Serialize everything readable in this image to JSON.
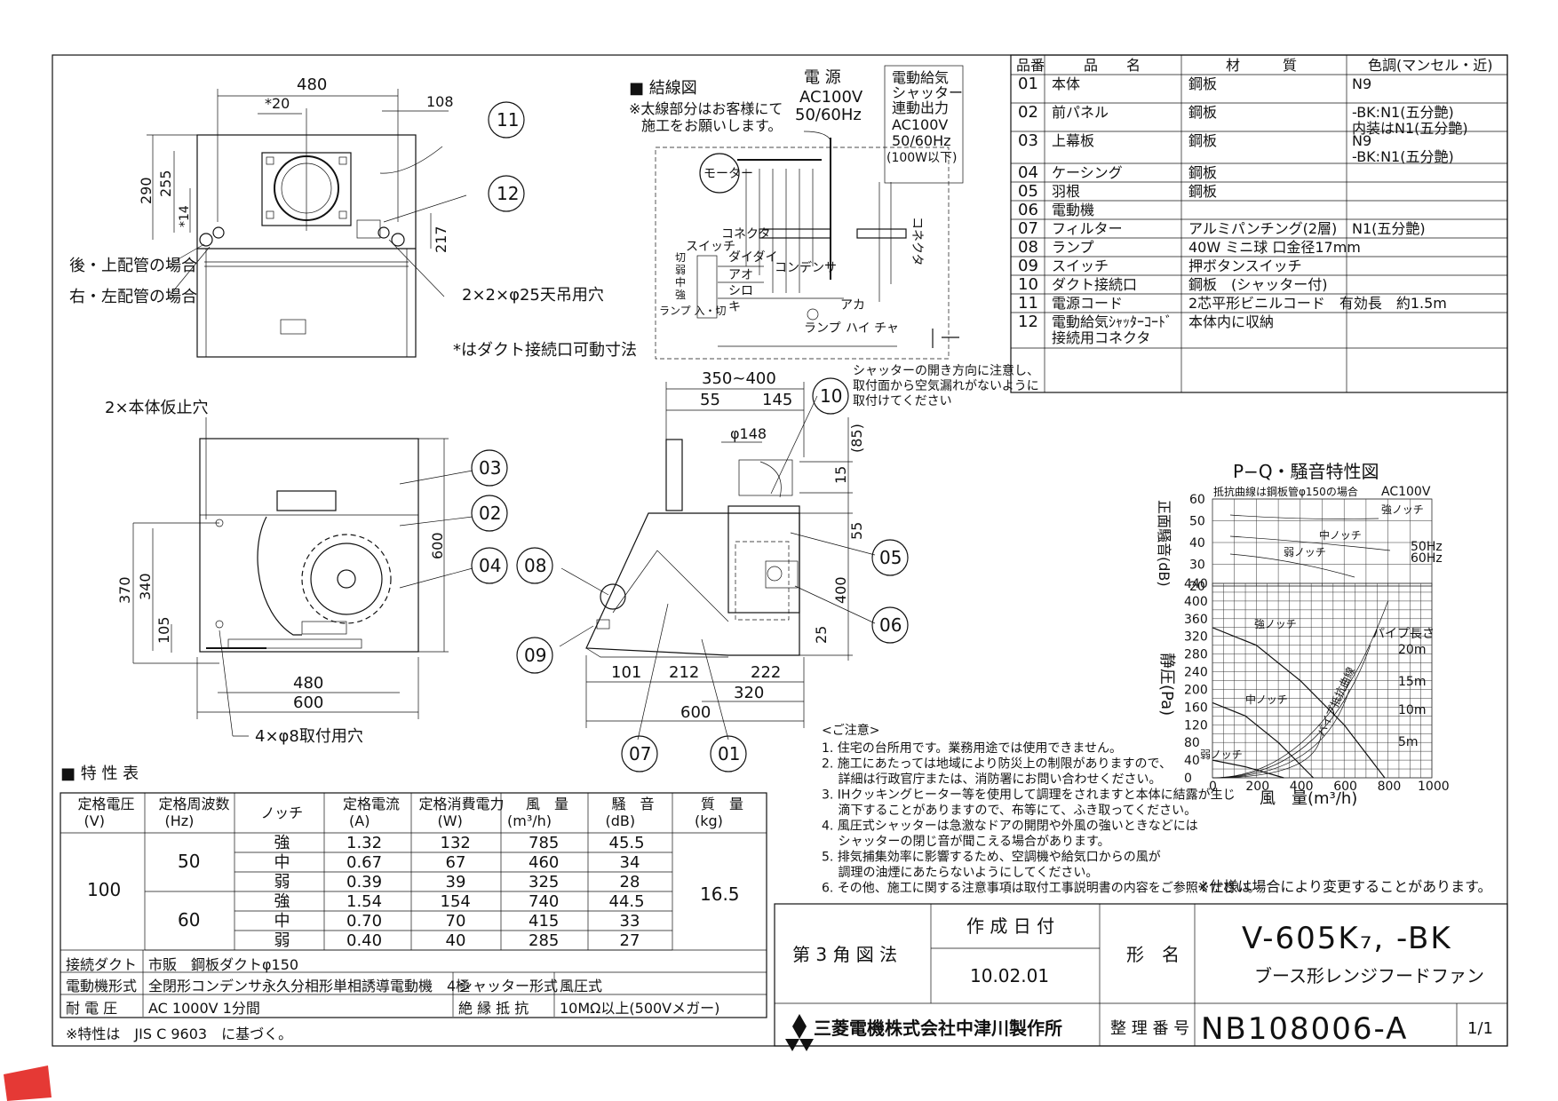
{
  "top_view": {
    "dims": {
      "w480": "480",
      "star20": "*20",
      "d108": "108",
      "h290": "290",
      "h255": "255",
      "star14": "*14",
      "d217": "217"
    },
    "labels": {
      "rear_top": "後・上配管の場合",
      "right_left": "右・左配管の場合",
      "hang_holes": "2×2×φ25天吊用穴",
      "star_note": "*はダクト接続口可動寸法"
    }
  },
  "front_view": {
    "dims": {
      "h600": "600",
      "h370": "370",
      "h340": "340",
      "h105": "105",
      "w480": "480",
      "w600": "600"
    },
    "labels": {
      "temp_holes": "2×本体仮止穴",
      "mount_holes": "4×φ8取付用穴"
    }
  },
  "side_view": {
    "dims": {
      "d350_400": "350~400",
      "d55": "55",
      "d145": "145",
      "phi148": "φ148",
      "d85": "(85)",
      "d15": "15",
      "d55b": "55",
      "d400": "400",
      "d25": "25",
      "d101": "101",
      "d212": "212",
      "d222": "222",
      "d320": "320",
      "d600": "600"
    },
    "note": [
      "シャッターの開き方向に注意し、",
      "取付面から空気漏れがないように",
      "取付けてください"
    ]
  },
  "callouts": [
    "01",
    "02",
    "03",
    "04",
    "05",
    "06",
    "07",
    "08",
    "09",
    "10",
    "11",
    "12"
  ],
  "wiring": {
    "title": "■ 結線図",
    "note": [
      "※太線部分はお客様にて",
      "施工をお願いします。"
    ],
    "power": [
      "電 源",
      "AC100V",
      "50/60Hz"
    ],
    "shutter_out": [
      "電動給気",
      "シャッター",
      "連動出力",
      "AC100V",
      "50/60Hz",
      "(100W以下)"
    ],
    "labels": {
      "motor": "モーター",
      "connector": "コネクタ",
      "connector2": "コネクタ",
      "switch": "スイッチ",
      "kiri": "切",
      "jaku": "弱",
      "chu": "中",
      "kyo": "強",
      "lamp_onoff": "ランプ\n入・切",
      "daidai": "ダイダイ",
      "ao": "アオ",
      "shiro": "シロ",
      "ki": "キ",
      "aka": "アカ",
      "condenser": "コンデンサ",
      "lamp": "ランプ",
      "haicha": "ハイ\nチャ"
    }
  },
  "parts_table": {
    "headers": [
      "品番",
      "品　　名",
      "材　　　質",
      "色調(マンセル・近)"
    ],
    "rows": [
      {
        "no": "01",
        "name": "本体",
        "mat": "鋼板",
        "color": "N9"
      },
      {
        "no": "02",
        "name": "前パネル",
        "mat": "鋼板",
        "color": "-BK:N1(五分艶)\n内装はN1(五分艶)"
      },
      {
        "no": "03",
        "name": "上幕板",
        "mat": "鋼板",
        "color": "N9\n-BK:N1(五分艶)"
      },
      {
        "no": "04",
        "name": "ケーシング",
        "mat": "鋼板",
        "color": ""
      },
      {
        "no": "05",
        "name": "羽根",
        "mat": "鋼板",
        "color": ""
      },
      {
        "no": "06",
        "name": "電動機",
        "mat": "",
        "color": ""
      },
      {
        "no": "07",
        "name": "フィルター",
        "mat": "アルミパンチング(2層)",
        "color": "N1(五分艶)"
      },
      {
        "no": "08",
        "name": "ランプ",
        "mat": "40W ミニ球 口金径17mm",
        "color": ""
      },
      {
        "no": "09",
        "name": "スイッチ",
        "mat": "押ボタンスイッチ",
        "color": ""
      },
      {
        "no": "10",
        "name": "ダクト接続口",
        "mat": "鋼板　(シャッター付)",
        "color": ""
      },
      {
        "no": "11",
        "name": "電源コード",
        "mat": "2芯平形ビニルコード　有効長　約1.5m",
        "color": ""
      },
      {
        "no": "12",
        "name": "電動給気ｼｬｯﾀｰｺｰﾄﾞ\n接続用コネクタ",
        "mat": "本体内に収納",
        "color": ""
      }
    ]
  },
  "chart_data": {
    "type": "line",
    "title": "P−Q・騒音特性図",
    "noise": {
      "ylabel": "正面騒音(dB)",
      "ylim": [
        20,
        60
      ],
      "yticks": [
        "60",
        "50",
        "40",
        "30",
        "20"
      ],
      "note": "抵抗曲線は鋼板管φ150の場合",
      "supply": "AC100V",
      "series": [
        "強ノッチ",
        "中ノッチ",
        "弱ノッチ"
      ],
      "legend": [
        "50Hz",
        "60Hz"
      ]
    },
    "pq": {
      "ylabel": "静圧(Pa)",
      "xlabel": "風　量(m³/h)",
      "xlim": [
        0,
        1000
      ],
      "ylim": [
        0,
        440
      ],
      "xticks": [
        "0",
        "200",
        "400",
        "600",
        "800",
        "1000"
      ],
      "yticks": [
        "440",
        "400",
        "360",
        "320",
        "280",
        "240",
        "200",
        "160",
        "120",
        "80",
        "40",
        "0"
      ],
      "notch_labels": [
        "強ノッチ",
        "中ノッチ",
        "弱ノッチ"
      ],
      "pipe_label": "パイプ長さ",
      "pipe_curve_label": "パイプ抵抗曲線",
      "pipe_lengths": [
        "20m",
        "15m",
        "10m",
        "5m"
      ],
      "series": [
        {
          "name": "強ノッチ 50Hz",
          "x": [
            0,
            200,
            400,
            600,
            785
          ],
          "y": [
            340,
            300,
            220,
            120,
            0
          ]
        },
        {
          "name": "中ノッチ 50Hz",
          "x": [
            0,
            150,
            300,
            460
          ],
          "y": [
            170,
            140,
            80,
            0
          ]
        },
        {
          "name": "弱ノッチ 50Hz",
          "x": [
            0,
            150,
            325
          ],
          "y": [
            40,
            25,
            0
          ]
        }
      ]
    }
  },
  "spec_table": {
    "title": "■ 特 性 表",
    "headers": [
      [
        "定格電圧",
        "(V)"
      ],
      [
        "定格周波数",
        "(Hz)"
      ],
      [
        "ノッチ"
      ],
      [
        "定格電流",
        "(A)"
      ],
      [
        "定格消費電力",
        "(W)"
      ],
      [
        "風　量",
        "(m³/h)"
      ],
      [
        "騒　音",
        "(dB)"
      ],
      [
        "質　量",
        "(kg)"
      ]
    ],
    "voltage": "100",
    "mass": "16.5",
    "groups": [
      {
        "hz": "50",
        "rows": [
          [
            "強",
            "1.32",
            "132",
            "785",
            "45.5"
          ],
          [
            "中",
            "0.67",
            "67",
            "460",
            "34"
          ],
          [
            "弱",
            "0.39",
            "39",
            "325",
            "28"
          ]
        ]
      },
      {
        "hz": "60",
        "rows": [
          [
            "強",
            "1.54",
            "154",
            "740",
            "44.5"
          ],
          [
            "中",
            "0.70",
            "70",
            "415",
            "33"
          ],
          [
            "弱",
            "0.40",
            "40",
            "285",
            "27"
          ]
        ]
      }
    ],
    "extra": {
      "duct_label": "接続ダクト",
      "duct_value": "市販　鋼板ダクトφ150",
      "motor_label": "電動機形式",
      "motor_value": "全閉形コンデンサ永久分相形単相誘導電動機　4極",
      "shutter_label": "シャッター形式",
      "shutter_value": "風圧式",
      "withstand_label": "耐 電 圧",
      "withstand_value": "AC 1000V 1分間",
      "insul_label": "絶 縁 抵 抗",
      "insul_value": "10MΩ以上(500Vメガー)"
    },
    "footnote": "※特性は　JIS C 9603　に基づく。"
  },
  "notes": {
    "title": "<ご注意>",
    "items": [
      "1. 住宅の台所用です。業務用途では使用できません。",
      "2. 施工にあたっては地域により防災上の制限がありますので、",
      "　 詳細は行政官庁または、消防署にお問い合わせください。",
      "3. IHクッキングヒーター等を使用して調理をされますと本体に結露が生じ",
      "　 滴下することがありますので、布等にて、ふき取ってください。",
      "4. 風圧式シャッターは急激なドアの開閉や外風の強いときなどには",
      "　 シャッターの閉じ音が聞こえる場合があります。",
      "5. 排気捕集効率に影響するため、空調機や給気口からの風が",
      "　 調理の油煙にあたらないようにしてください。",
      "6. その他、施工に関する注意事項は取付工事説明書の内容をご参照ください。"
    ],
    "spec_change": "※仕様は場合により変更することがあります。"
  },
  "title_block": {
    "projection": "第 3 角 図 法",
    "date_label": "作 成 日 付",
    "date": "10.02.01",
    "model_label": "形　名",
    "model": "V-605K₇, -BK",
    "product": "ブース形レンジフードファン",
    "company": "三菱電機株式会社中津川製作所",
    "drawing_no_label": "整 理 番 号",
    "drawing_no": "NB108006-A",
    "sheet": "1/1"
  }
}
